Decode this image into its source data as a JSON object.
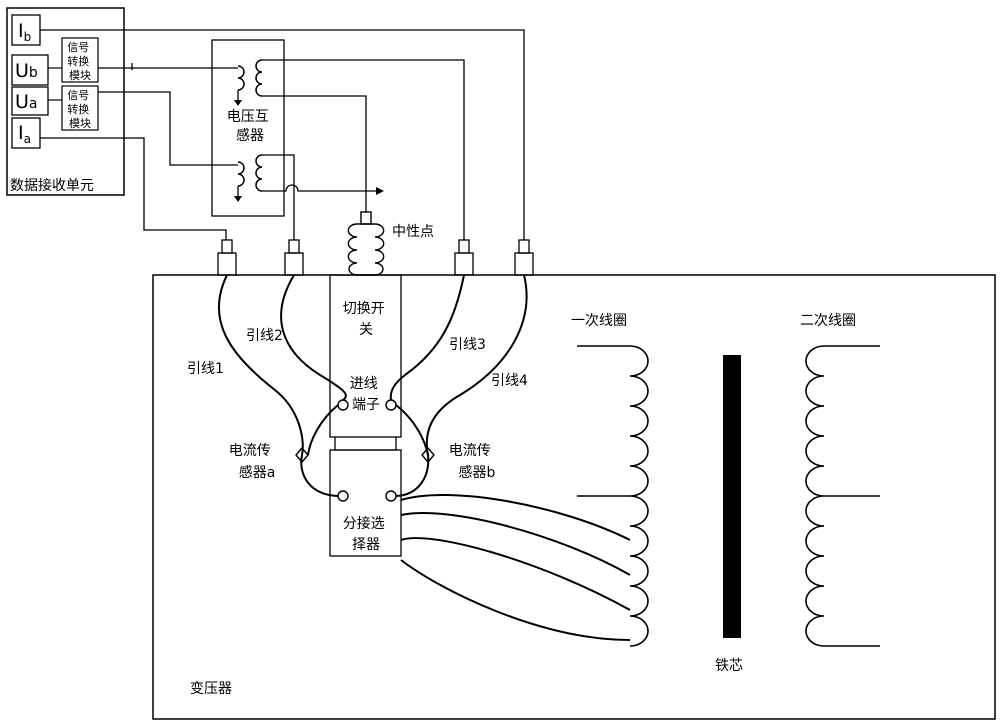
{
  "data_receiving_unit": {
    "title": "数据接收单元",
    "channels": {
      "ib": {
        "main": "I",
        "sub": "b"
      },
      "ub": {
        "main": "U",
        "sub": "b"
      },
      "ua": {
        "main": "U",
        "sub": "a"
      },
      "ia": {
        "main": "I",
        "sub": "a"
      }
    },
    "signal_module_top": [
      "信号",
      "转换",
      "模块"
    ],
    "signal_module_bottom": [
      "信号",
      "转换",
      "模块"
    ]
  },
  "voltage_transformer": {
    "label_line1": "电压互",
    "label_line2": "感器"
  },
  "neutral_point": "中性点",
  "transformer": {
    "label": "变压器"
  },
  "switch": {
    "label_line1": "切换开",
    "label_line2": "关"
  },
  "incoming_terminal": {
    "line1": "进线",
    "line2": "端子"
  },
  "tap_selector": {
    "line1": "分接选",
    "line2": "择器"
  },
  "current_sensor_a": {
    "line1": "电流传",
    "line2": "感器a"
  },
  "current_sensor_b": {
    "line1": "电流传",
    "line2": "感器b"
  },
  "leads": [
    "引线1",
    "引线2",
    "引线3",
    "引线4"
  ],
  "primary_coil": "一次线圈",
  "secondary_coil": "二次线圈",
  "iron_core": "铁芯"
}
